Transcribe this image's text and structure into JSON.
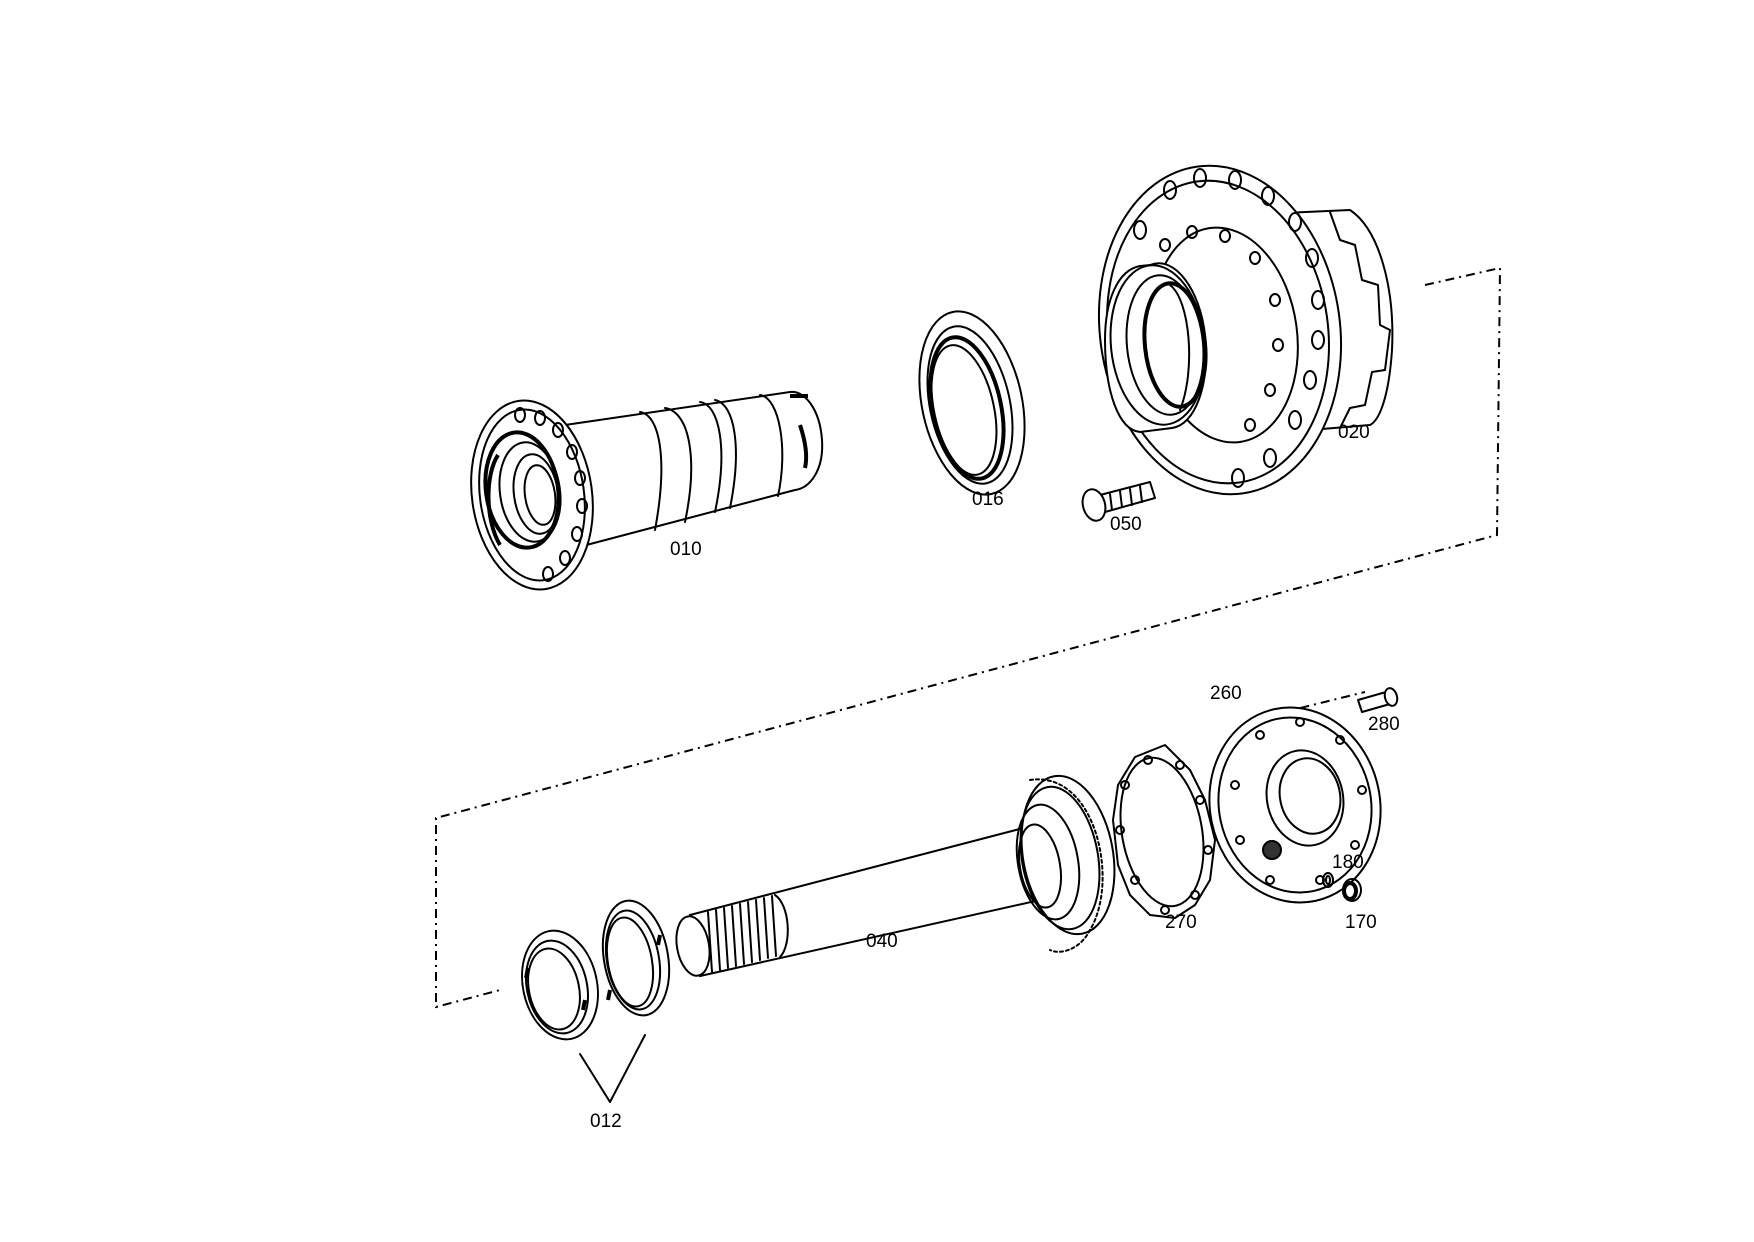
{
  "diagram": {
    "type": "exploded-parts-drawing",
    "parts": [
      {
        "id": "010",
        "label": "010"
      },
      {
        "id": "012",
        "label": "012"
      },
      {
        "id": "016",
        "label": "016"
      },
      {
        "id": "020",
        "label": "020"
      },
      {
        "id": "040",
        "label": "040"
      },
      {
        "id": "050",
        "label": "050"
      },
      {
        "id": "170",
        "label": "170"
      },
      {
        "id": "180",
        "label": "180"
      },
      {
        "id": "260",
        "label": "260"
      },
      {
        "id": "270",
        "label": "270"
      },
      {
        "id": "280",
        "label": "280"
      }
    ]
  }
}
